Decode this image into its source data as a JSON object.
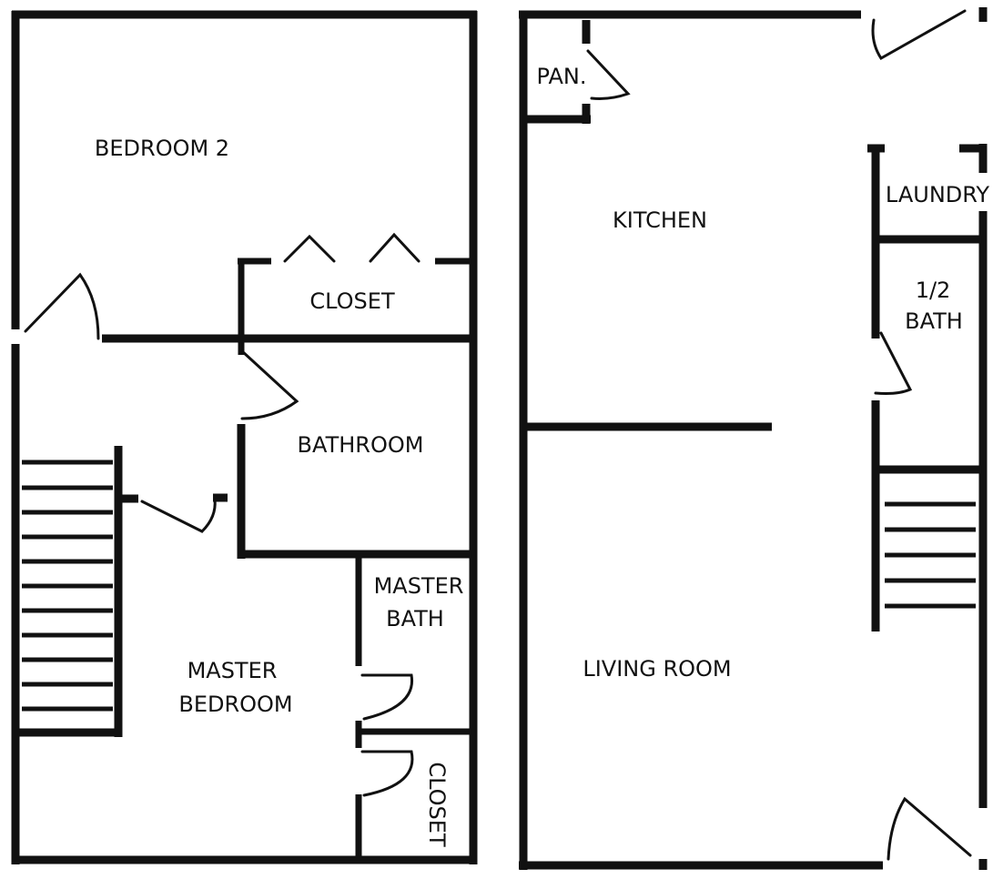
{
  "plans": {
    "upper": {
      "rooms": {
        "bedroom2": "BEDROOM 2",
        "closet_top": "CLOSET",
        "bathroom": "BATHROOM",
        "master_bath_line1": "MASTER",
        "master_bath_line2": "BATH",
        "master_bedroom_line1": "MASTER",
        "master_bedroom_line2": "BEDROOM",
        "closet_bottom": "CLOSET"
      }
    },
    "lower": {
      "rooms": {
        "pantry": "PAN.",
        "kitchen": "KITCHEN",
        "laundry": "LAUNDRY",
        "half_bath_line1": "1/2",
        "half_bath_line2": "BATH",
        "living_room": "LIVING ROOM"
      }
    }
  }
}
